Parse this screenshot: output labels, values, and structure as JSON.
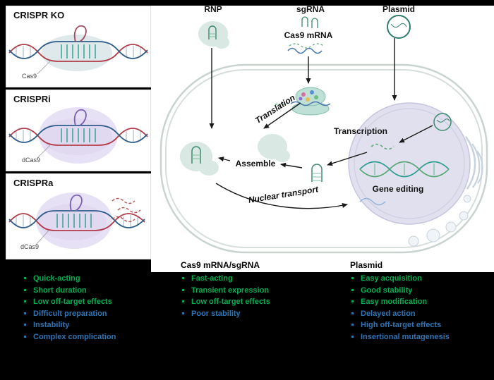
{
  "figure": {
    "panels": [
      {
        "title": "CRISPR KO",
        "protein": "Cas9"
      },
      {
        "title": "CRISPRi",
        "protein": "dCas9"
      },
      {
        "title": "CRISPRa",
        "protein": "dCas9"
      }
    ],
    "cell": {
      "rnp_label": "RNP",
      "sgrna_label": "sgRNA",
      "plasmid_label": "Plasmid",
      "cas9_mrna_label": "Cas9 mRNA",
      "translation": "Translation",
      "transcription": "Transcription",
      "assemble": "Assemble",
      "nuclear_transport": "Nuclear transport",
      "gene_editing": "Gene editing"
    },
    "comparison": {
      "pro_color": "#00b050",
      "con_color": "#2e75b6",
      "columns": [
        {
          "header": "",
          "pros": [
            "Quick-acting",
            "Short duration",
            "Low off-target effects"
          ],
          "cons": [
            "Difficult preparation",
            "Instability",
            "Complex complication"
          ]
        },
        {
          "header": "Cas9 mRNA/sgRNA",
          "pros": [
            "Fast-acting",
            "Transient expression",
            "Low off-target effects"
          ],
          "cons": [
            "Poor stability"
          ]
        },
        {
          "header": "Plasmid",
          "pros": [
            "Easy acquisition",
            "Good stability",
            "Easy modification"
          ],
          "cons": [
            "Delayed action",
            "High off-target effects",
            "Insertional mutagenesis"
          ]
        }
      ]
    }
  }
}
